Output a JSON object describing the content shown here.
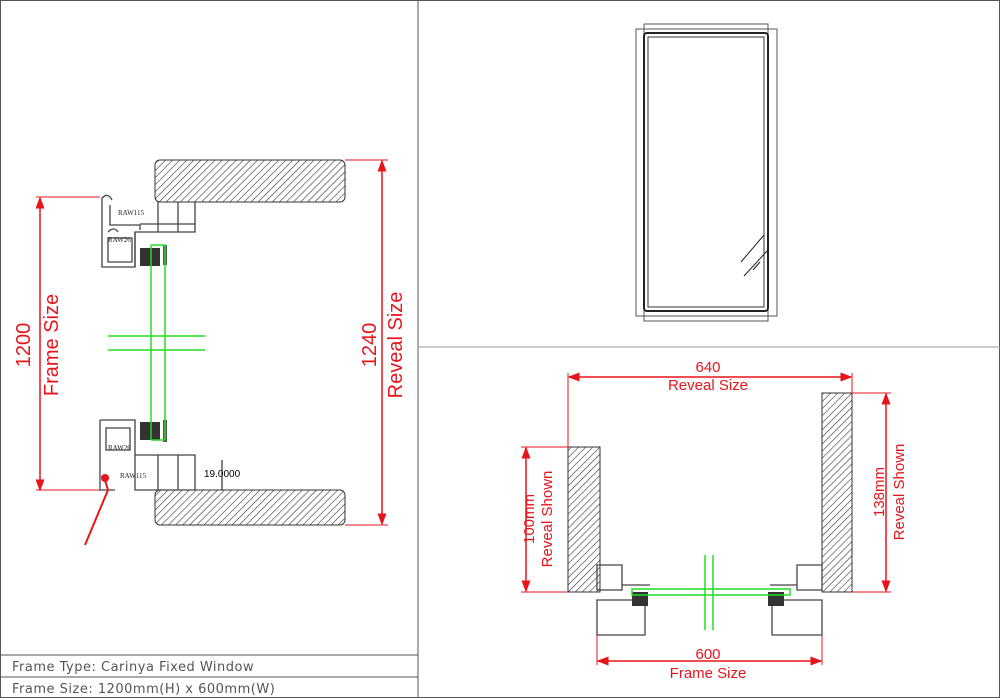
{
  "title_block": {
    "frame_type": "Frame Type: Carinya Fixed Window",
    "frame_size": "Frame Size: 1200mm(H) x 600mm(W)"
  },
  "vertical_section": {
    "frame_dim_value": "1200",
    "frame_dim_label": "Frame Size",
    "reveal_dim_value": "1240",
    "reveal_dim_label": "Reveal Size",
    "profile_labels": [
      "RAW115",
      "RAW26"
    ],
    "offset_dim": "19.0000"
  },
  "horizontal_section": {
    "reveal_width_value": "640",
    "reveal_width_label": "Reveal Size",
    "frame_width_value": "600",
    "frame_width_label": "Frame Size",
    "left_reveal_value": "100mm",
    "left_reveal_label": "Reveal Shown",
    "right_reveal_value": "138mm",
    "right_reveal_label": "Reveal Shown"
  },
  "colors": {
    "dimension": "#e8141b",
    "glass": "#22dd22",
    "line": "#444444"
  }
}
